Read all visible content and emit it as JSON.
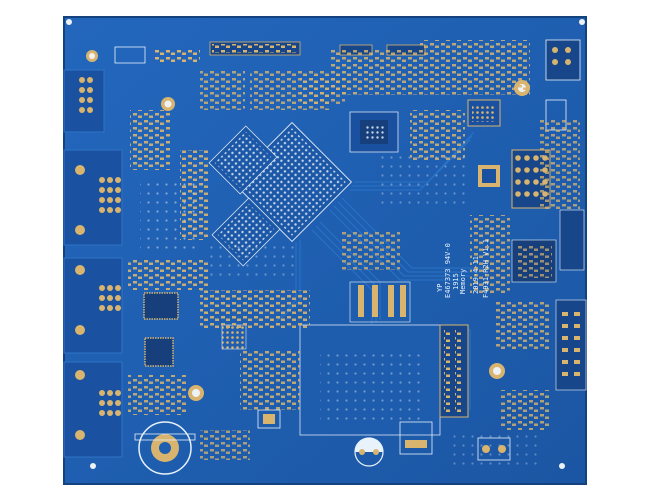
{
  "board": {
    "rev_label": "F4931-R2H V1.1",
    "date_label": "2019-4-11",
    "lot_label": "YP",
    "serial_label": "E467373 94V-0",
    "code_label": "1915",
    "brand_label": "Memory",
    "colors": {
      "background": "#ffffff",
      "solder_mask": "#1f5fb0",
      "mask_dark": "#17478a",
      "copper": "#c9a86a",
      "pad_gold": "#d8b46f",
      "silkscreen": "#e8f2fb"
    }
  }
}
